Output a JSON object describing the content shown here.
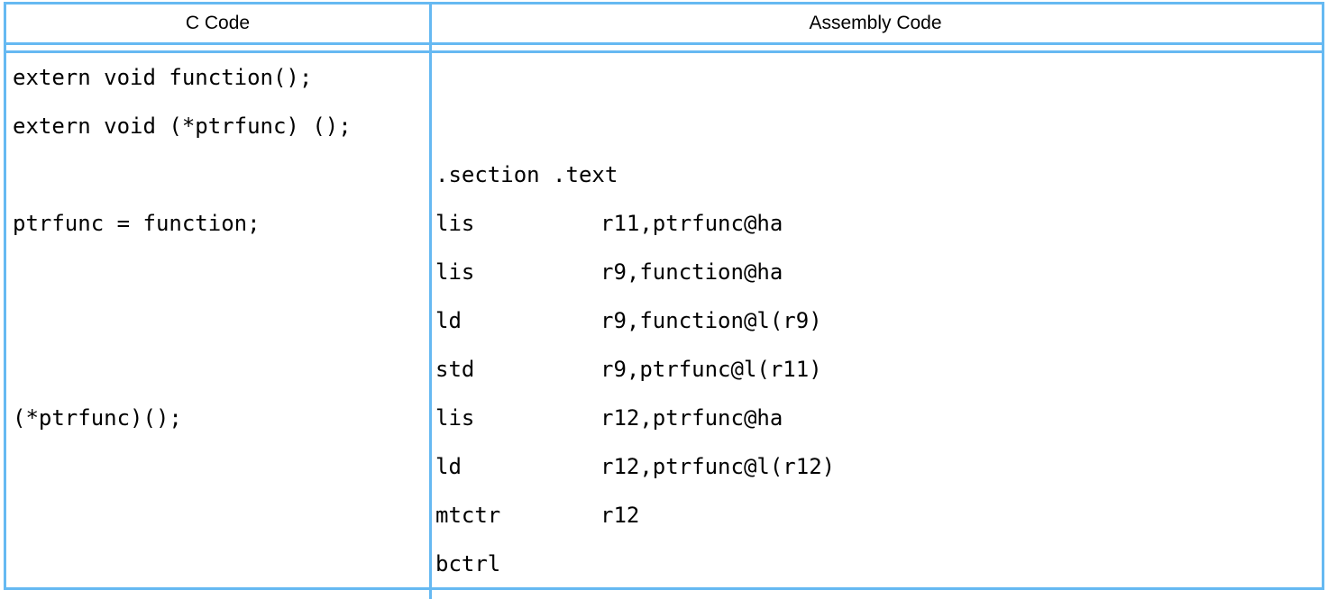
{
  "colors": {
    "border_blue": "#66b9f2",
    "text": "#000000",
    "background": "#ffffff"
  },
  "table": {
    "headers": [
      "C Code",
      "Assembly Code"
    ]
  },
  "c_code": {
    "lines": [
      "extern void function();",
      "extern void (*ptrfunc) ();",
      "",
      "ptrfunc = function;",
      "",
      "",
      "",
      "(*ptrfunc)();",
      "",
      "",
      ""
    ]
  },
  "assembly": {
    "lines": [
      {
        "op": "",
        "arg": ""
      },
      {
        "op": "",
        "arg": ""
      },
      {
        "op": ".section .text",
        "arg": ""
      },
      {
        "op": "lis",
        "arg": "r11,ptrfunc@ha"
      },
      {
        "op": "lis",
        "arg": "r9,function@ha"
      },
      {
        "op": "ld",
        "arg": "r9,function@l(r9)"
      },
      {
        "op": "std",
        "arg": "r9,ptrfunc@l(r11)"
      },
      {
        "op": "lis",
        "arg": "r12,ptrfunc@ha"
      },
      {
        "op": "ld",
        "arg": "r12,ptrfunc@l(r12)"
      },
      {
        "op": "mtctr",
        "arg": "r12"
      },
      {
        "op": "bctrl",
        "arg": ""
      }
    ]
  }
}
